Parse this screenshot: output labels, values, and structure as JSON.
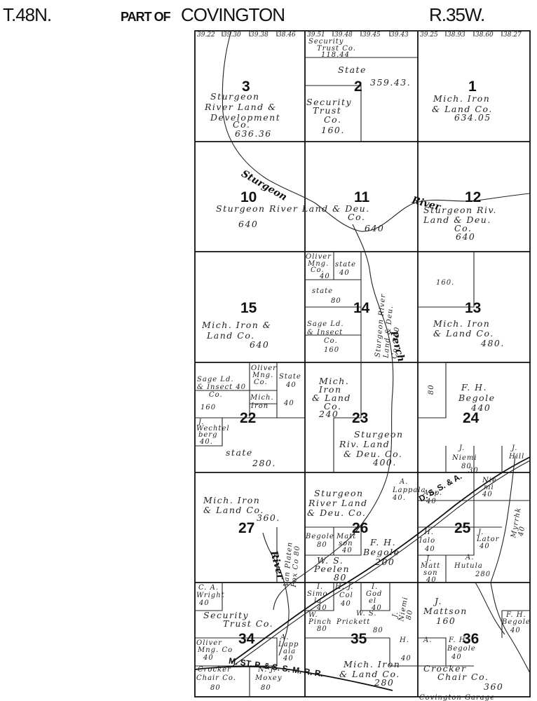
{
  "header": {
    "township": "T.48N.",
    "part_of": "PART OF",
    "township_name": "COVINGTON",
    "range": "R.35W."
  },
  "top_lots": [
    "39.22",
    "39.30",
    "39.38",
    "38.46",
    "39.51",
    "39.48",
    "39.45",
    "39.43",
    "39.25",
    "38.93",
    "38.60",
    "38.27"
  ],
  "sections": [
    {
      "num": "1"
    },
    {
      "num": "2"
    },
    {
      "num": "3"
    },
    {
      "num": "10"
    },
    {
      "num": "11"
    },
    {
      "num": "12"
    },
    {
      "num": "13"
    },
    {
      "num": "14"
    },
    {
      "num": "15"
    },
    {
      "num": "22"
    },
    {
      "num": "23"
    },
    {
      "num": "24"
    },
    {
      "num": "25"
    },
    {
      "num": "26"
    },
    {
      "num": "27"
    },
    {
      "num": "34"
    },
    {
      "num": "35"
    },
    {
      "num": "36"
    }
  ],
  "parcels": {
    "s3": [
      "Sturgeon",
      "River Land &",
      "Development",
      "Co.",
      "636.36"
    ],
    "s2_state": [
      "State",
      "359.43."
    ],
    "s2_sec_top": [
      "Security",
      "Trust Co.",
      "118.44"
    ],
    "s2_sec": [
      "Security",
      "Trust",
      "Co.",
      "160."
    ],
    "s1": [
      "Mich. Iron",
      "& Land Co.",
      "634.05"
    ],
    "s10": [
      "Sturgeon River Land & Deu.",
      "640"
    ],
    "s11": [
      "Co.",
      "640"
    ],
    "s12": [
      "Sturgeon Riv.",
      "Land & Deu.",
      "Co.",
      "640"
    ],
    "s14_oliver": [
      "Oliver",
      "Mng.",
      "Co.",
      "40"
    ],
    "s14_state40": [
      "state",
      "40"
    ],
    "s14_state80": [
      "state",
      "80"
    ],
    "s14_sage": [
      "Sage Ld.",
      "& Insect",
      "Co.",
      "160"
    ],
    "s14_sturgeon": [
      "Sturgeon River",
      "Land & Deu.",
      "Co. 320"
    ],
    "s15": [
      "Mich. Iron &",
      "Land Co.",
      "640"
    ],
    "s13_160": [
      "160."
    ],
    "s13": [
      "Mich. Iron",
      "& Land Co.",
      "480."
    ],
    "s22_sage": [
      "Sage Ld.",
      "& Insect 40",
      "Co."
    ],
    "s22_160": [
      "160"
    ],
    "s22_oliver": [
      "Oliver",
      "Mng.",
      "Co."
    ],
    "s22_state40": [
      "State",
      "40"
    ],
    "s22_40b": [
      "40"
    ],
    "s22_mich": [
      "Mich.",
      "Iron"
    ],
    "s22_wecht": [
      "J.",
      "Wechtel",
      "berg",
      "40."
    ],
    "s22_state": [
      "state",
      "280."
    ],
    "s23_mich": [
      "Mich.",
      "Iron",
      "& Land",
      "Co.",
      "240"
    ],
    "s23_sturgeon": [
      "Sturgeon",
      "Riv. Land",
      "& Deu. Co.",
      "400."
    ],
    "s23_80": [
      "80"
    ],
    "s24": [
      "F. H.",
      "Begole",
      "440"
    ],
    "s27": [
      "Mich. Iron",
      "& Land Co.",
      "360."
    ],
    "s26_sturgeon": [
      "Sturgeon",
      "River Land",
      "& Deu. Co."
    ],
    "s26_begole_small": [
      "Begole",
      "80"
    ],
    "s26_mattson": [
      "Matt",
      "son",
      "40"
    ],
    "s26_fhbegole": [
      "F. H.",
      "Begole",
      "200"
    ],
    "s26_ws": [
      "W. S.",
      "Peelen",
      "80"
    ],
    "s26_vanplaten": [
      "Van Platen",
      "Fox Co 80"
    ],
    "s25_niemi": [
      "J.",
      "Niemi",
      "80"
    ],
    "s25_hill": [
      "J.",
      "Hill"
    ],
    "s25_lappala": [
      "A.",
      "Lappala",
      "40."
    ],
    "s25_app": [
      "App.",
      "40"
    ],
    "s25_niemi2": [
      "Nie",
      "mi",
      "40"
    ],
    "s25_30": [
      "30"
    ],
    "s25_halo": [
      "H.",
      "Ialo",
      "40"
    ],
    "s25_mattson": [
      "J.",
      "Matt",
      "son",
      "40"
    ],
    "s25_lator": [
      "J.",
      "Lator",
      "40"
    ],
    "s25_hutula": [
      "A.",
      "Hutula",
      "280"
    ],
    "s25_myrrhk": [
      "Myrrhk",
      "40"
    ],
    "s34_wright": [
      "C. A.",
      "Wright",
      "40"
    ],
    "s34_security": [
      "Security",
      "Trust Co."
    ],
    "s34_simola": [
      "I.",
      "Simo",
      "la",
      "40"
    ],
    "s34_hj": [
      "H. J.",
      "Col",
      "40"
    ],
    "s34_oliver": [
      "Oliver",
      "Mng. Co",
      "40"
    ],
    "s34_lapp": [
      "A.",
      "Lapp",
      "ala",
      "40"
    ],
    "s34_crocker": [
      "Crocker",
      "Chair Co.",
      "80"
    ],
    "s34_moxey": [
      "N. J.",
      "Moxey",
      "80"
    ],
    "s35_godel": [
      "I.",
      "God",
      "el",
      "40"
    ],
    "s35_prickett": [
      "W. S.",
      "Prickett",
      "80"
    ],
    "s35_pinch": [
      "W.",
      "Pinch",
      "80"
    ],
    "s35_niemi": [
      "J.",
      "Niemi",
      "80"
    ],
    "s35_mattson": [
      "J.",
      "Mattson",
      "160"
    ],
    "s35_mich": [
      "Mich. Iron",
      "& Land Co.",
      "280"
    ],
    "s35_ha": [
      "H.",
      "A.",
      "40"
    ],
    "s35_fh": [
      "F. H.",
      "Begole",
      "40"
    ],
    "s36_fh": [
      "F. H.",
      "Begole",
      "40"
    ],
    "s36_crocker": [
      "Crocker",
      "Chair Co.",
      "360"
    ]
  },
  "labels": {
    "sturgeon_river": "Sturgeon",
    "river_12": "River",
    "perch": "Perch",
    "river_27": "River",
    "railroad": "M. ST. P. & S. S. M. R. R.",
    "covington": "Covington Garage",
    "dss": "D. S. S. & A."
  }
}
